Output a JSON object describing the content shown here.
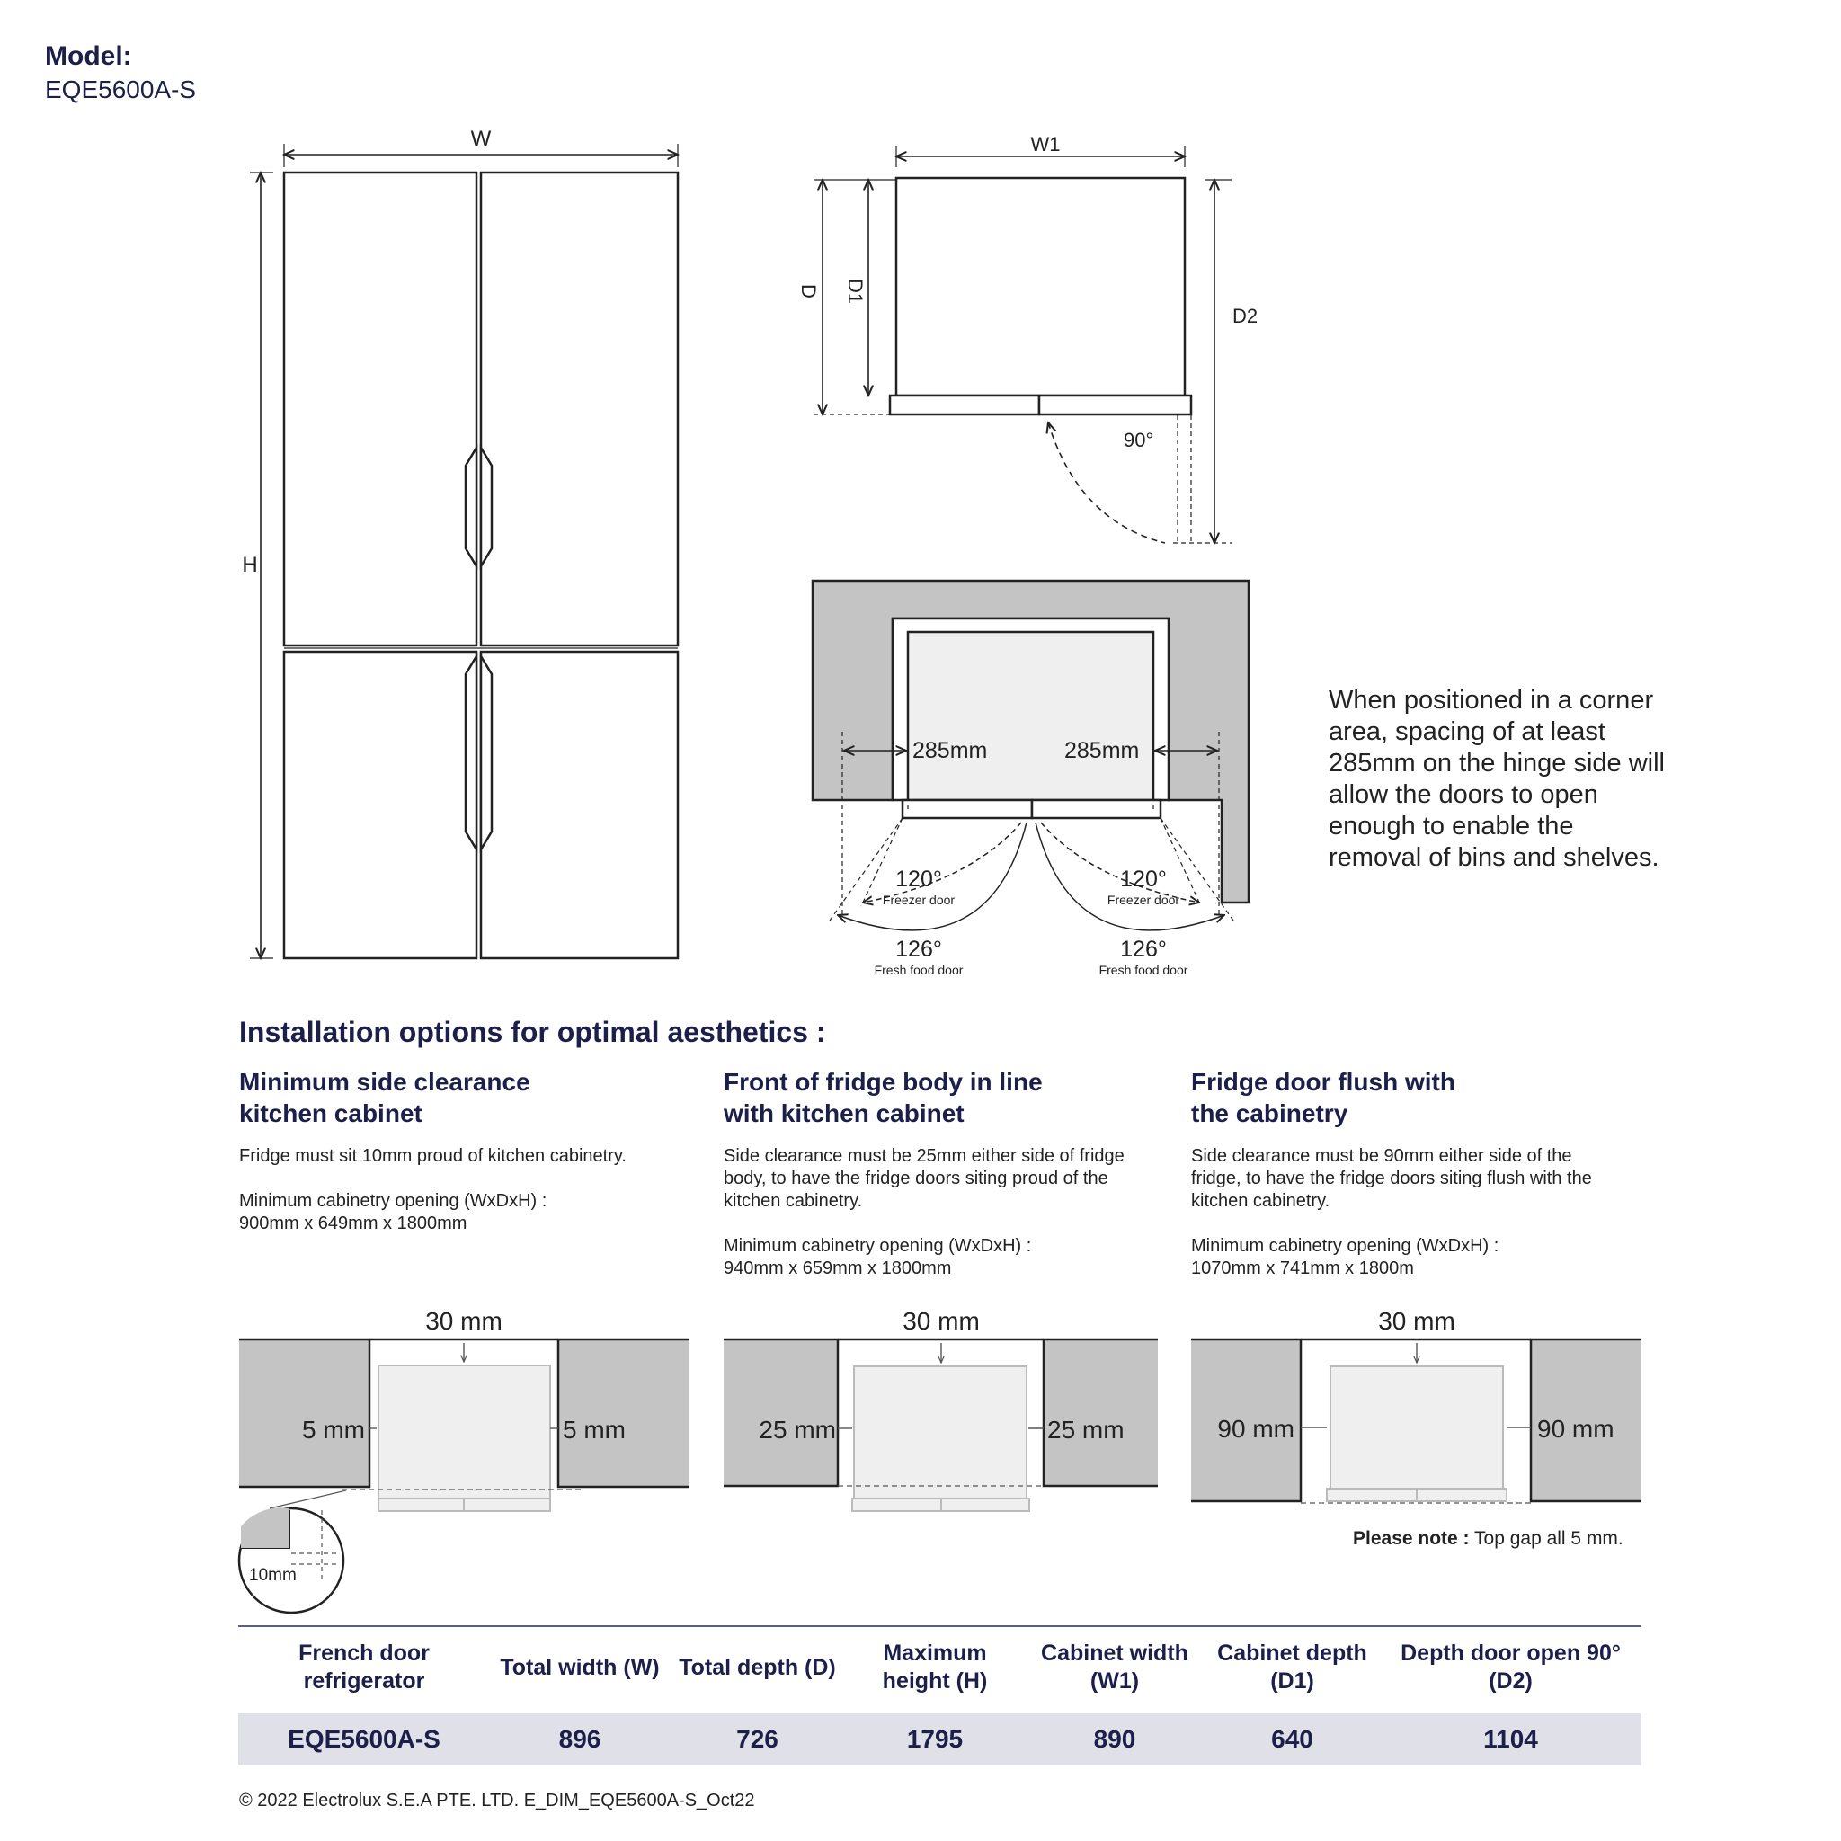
{
  "model": {
    "label": "Model:",
    "value": "EQE5600A-S"
  },
  "front_view": {
    "width_label": "W",
    "height_label": "H"
  },
  "top_view": {
    "w1_label": "W1",
    "d_label": "D",
    "d1_label": "D1",
    "d2_label": "D2",
    "angle_label": "90°"
  },
  "corner_view": {
    "left_clearance": "285mm",
    "right_clearance": "285mm",
    "freezer_angle": "120°",
    "freezer_caption": "Freezer door",
    "fresh_angle": "126°",
    "fresh_caption": "Fresh food door"
  },
  "corner_note": "When positioned in a corner area, spacing of at least 285mm on the hinge side will allow the doors to open enough to enable the removal of bins and shelves.",
  "installation": {
    "title": "Installation options for optimal aesthetics :",
    "options": [
      {
        "title_line1": "Minimum side clearance",
        "title_line2": "kitchen cabinet",
        "text1": "Fridge must sit 10mm proud of kitchen cabinetry.",
        "text2": "Minimum cabinetry opening (WxDxH) :\n900mm x 649mm x 1800mm",
        "top_gap": "30 mm",
        "left_gap": "5 mm",
        "right_gap": "5 mm",
        "detail": "10mm"
      },
      {
        "title_line1": "Front of fridge body in line",
        "title_line2": "with kitchen cabinet",
        "text1": "Side clearance must be 25mm either side of fridge body, to have the fridge doors siting proud of the kitchen cabinetry.",
        "text2": "Minimum cabinetry opening (WxDxH) :\n940mm x 659mm x 1800mm",
        "top_gap": "30 mm",
        "left_gap": "25 mm",
        "right_gap": "25 mm"
      },
      {
        "title_line1": "Fridge door flush with",
        "title_line2": "the cabinetry",
        "text1": "Side clearance must be 90mm either side of the fridge, to have the fridge doors siting flush with the kitchen cabinetry.",
        "text2": "Minimum cabinetry opening (WxDxH) :\n1070mm x 741mm x 1800m",
        "top_gap": "30 mm",
        "left_gap": "90 mm",
        "right_gap": "90 mm"
      }
    ],
    "note_bold": "Please note :",
    "note_text": " Top gap all 5 mm."
  },
  "spec_table": {
    "headers": [
      "French door refrigerator",
      "Total width (W)",
      "Total depth (D)",
      "Maximum height (H)",
      "Cabinet width (W1)",
      "Cabinet depth (D1)",
      "Depth door open 90° (D2)"
    ],
    "row": [
      "EQE5600A-S",
      "896",
      "726",
      "1795",
      "890",
      "640",
      "1104"
    ]
  },
  "footer": "© 2022 Electrolux S.E.A PTE. LTD.  E_DIM_EQE5600A-S_Oct22"
}
